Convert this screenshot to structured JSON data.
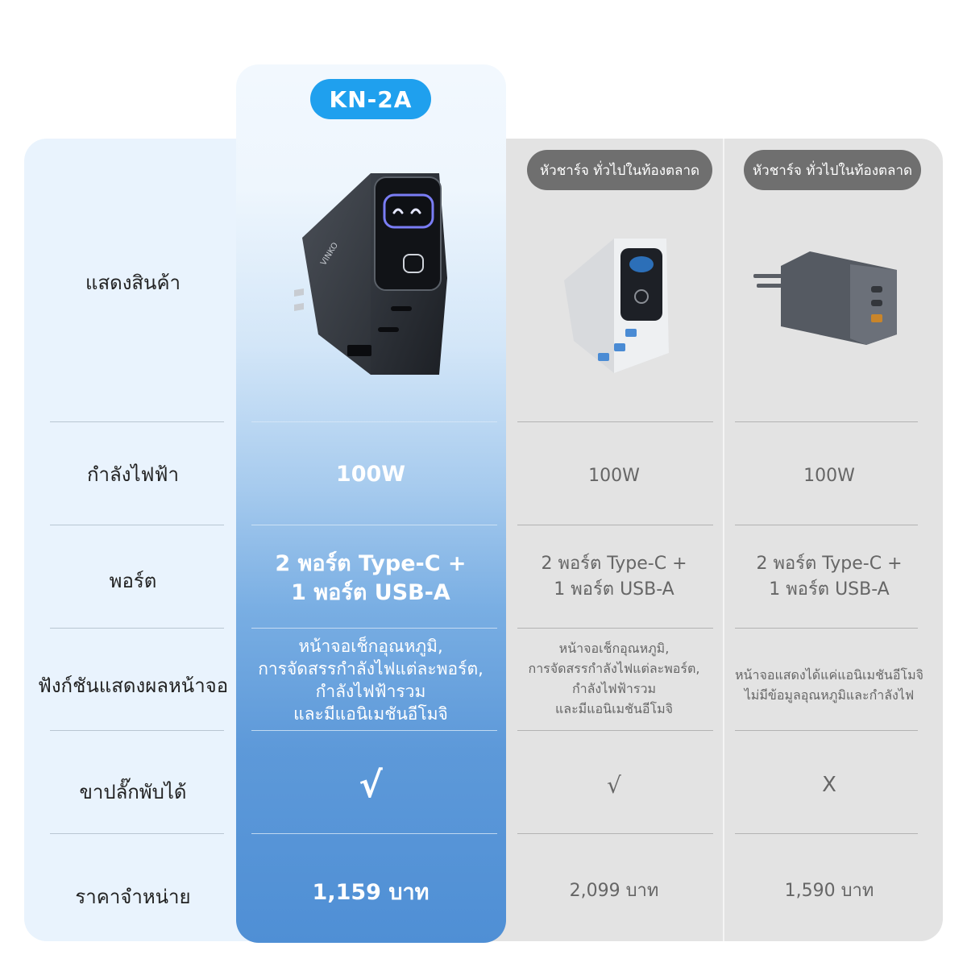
{
  "columns": {
    "main_badge": "KN-2A",
    "compare_1_badge": "หัวชาร์จ ทั่วไปในท้องตลาด",
    "compare_2_badge": "หัวชาร์จ ทั่วไปในท้องตลาด"
  },
  "product": {
    "brand_logo": "VINKO"
  },
  "rows": [
    {
      "label": "แสดงสินค้า"
    },
    {
      "label": "กำลังไฟฟ้า",
      "main": "100W",
      "c1": "100W",
      "c2": "100W"
    },
    {
      "label": "พอร์ต",
      "main": "2 พอร์ต Type-C +\n1 พอร์ต USB-A",
      "c1": "2 พอร์ต Type-C +\n1 พอร์ต USB-A",
      "c2": "2 พอร์ต Type-C +\n1 พอร์ต USB-A"
    },
    {
      "label": "ฟังก์ชันแสดงผลหน้าจอ",
      "main": "หน้าจอเช็กอุณหภูมิ,\nการจัดสรรกำลังไฟแต่ละพอร์ต,\nกำลังไฟฟ้ารวม\nและมีแอนิเมชันอีโมจิ",
      "c1": "หน้าจอเช็กอุณหภูมิ,\nการจัดสรรกำลังไฟแต่ละพอร์ต,\nกำลังไฟฟ้ารวม\nและมีแอนิเมชันอีโมจิ",
      "c2": "หน้าจอแสดงได้แค่แอนิเมชันอีโมจิ\nไม่มีข้อมูลอุณหภูมิและกำลังไฟ"
    },
    {
      "label": "ขาปลั๊กพับได้",
      "main": "√",
      "c1": "√",
      "c2": "X"
    },
    {
      "label": "ราคาจำหน่าย",
      "main": "1,159 บาท",
      "c1": "2,099 บาท",
      "c2": "1,590 บาท"
    }
  ],
  "colors": {
    "main_badge": "#1fa0ee",
    "grey_badge": "#6f6f6f",
    "highlight_top": "#eef6fd",
    "highlight_bottom": "#4f8fd5",
    "left_panel": "#e9f3fd",
    "right_panel": "#e3e3e3"
  },
  "icons": {
    "main_product": "charger-black-3port-icon",
    "compare_1_product": "charger-white-blurred-icon",
    "compare_2_product": "charger-grey-eu-plug-blurred-icon"
  }
}
